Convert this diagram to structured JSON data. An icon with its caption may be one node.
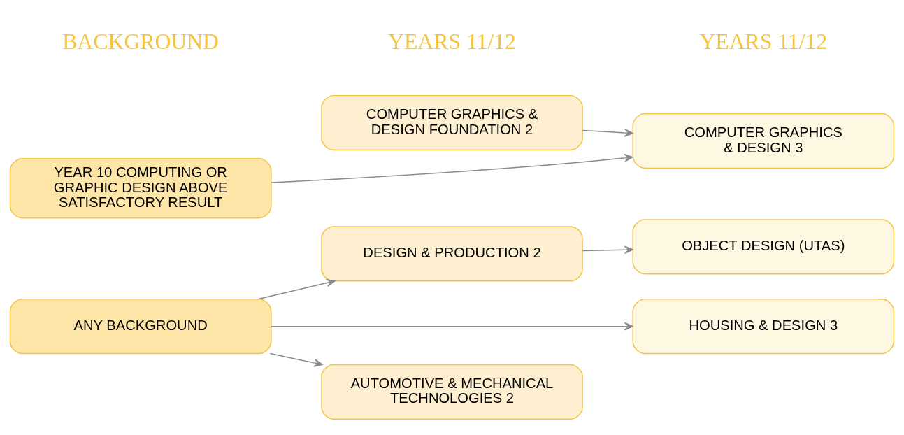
{
  "diagram": {
    "nodes": [
      {
        "text": [
          "ANY BACKGROUND"
        ]
      },
      {
        "text": [
          "DESIGN & PRODUCTION 2"
        ]
      },
      {
        "text": [
          "OBJECT DESIGN (UTAS)"
        ]
      },
      {
        "text": [
          "HOUSING & DESIGN 3"
        ]
      },
      {
        "text": [
          "AUTOMOTIVE & MECHANICAL TECHNOLOGIES 2"
        ]
      },
      {
        "text": [
          "COMPUTER GRAPHICS & DESIGN FOUNDATION 2"
        ]
      },
      {
        "text": [
          "COMPUTER GRAPHICS & DESIGN 3"
        ]
      },
      {
        "text": [
          "YEAR 10 COMPUTING OR GRAPHIC DESIGN ABOVE SATISFACTORY RESULT"
        ]
      }
    ],
    "edges": [
      {
        "from": 0,
        "to": 1,
        "arrow": "to"
      },
      {
        "from": 0,
        "to": 3,
        "arrow": "to"
      },
      {
        "from": 0,
        "to": 4,
        "arrow": "to"
      },
      {
        "from": 1,
        "to": 2,
        "arrow": "to"
      },
      {
        "from": 5,
        "to": 6,
        "arrow": "to"
      },
      {
        "from": 7,
        "to": 6,
        "arrow": "to"
      }
    ],
    "labels": [
      "BACKGROUND",
      "YEARS 11/12",
      "YEARS 11/12"
    ]
  }
}
